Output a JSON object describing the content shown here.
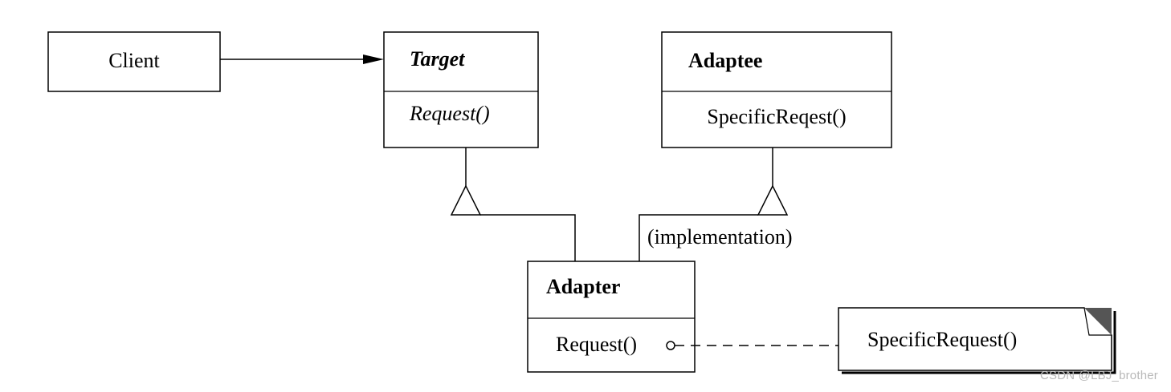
{
  "diagram": {
    "client": {
      "name": "Client"
    },
    "target": {
      "name": "Target",
      "operation": "Request()"
    },
    "adaptee": {
      "name": "Adaptee",
      "operation": "SpecificReqest()"
    },
    "adapter": {
      "name": "Adapter",
      "operation": "Request()"
    },
    "association_label": "(implementation)",
    "note": {
      "text": "SpecificRequest()"
    }
  },
  "watermark": "CSDN @LBJ_brother",
  "colors": {
    "line": "#000000",
    "box_fill": "#ffffff",
    "note_corner": "#555555",
    "watermark": "#b8b8b8"
  }
}
